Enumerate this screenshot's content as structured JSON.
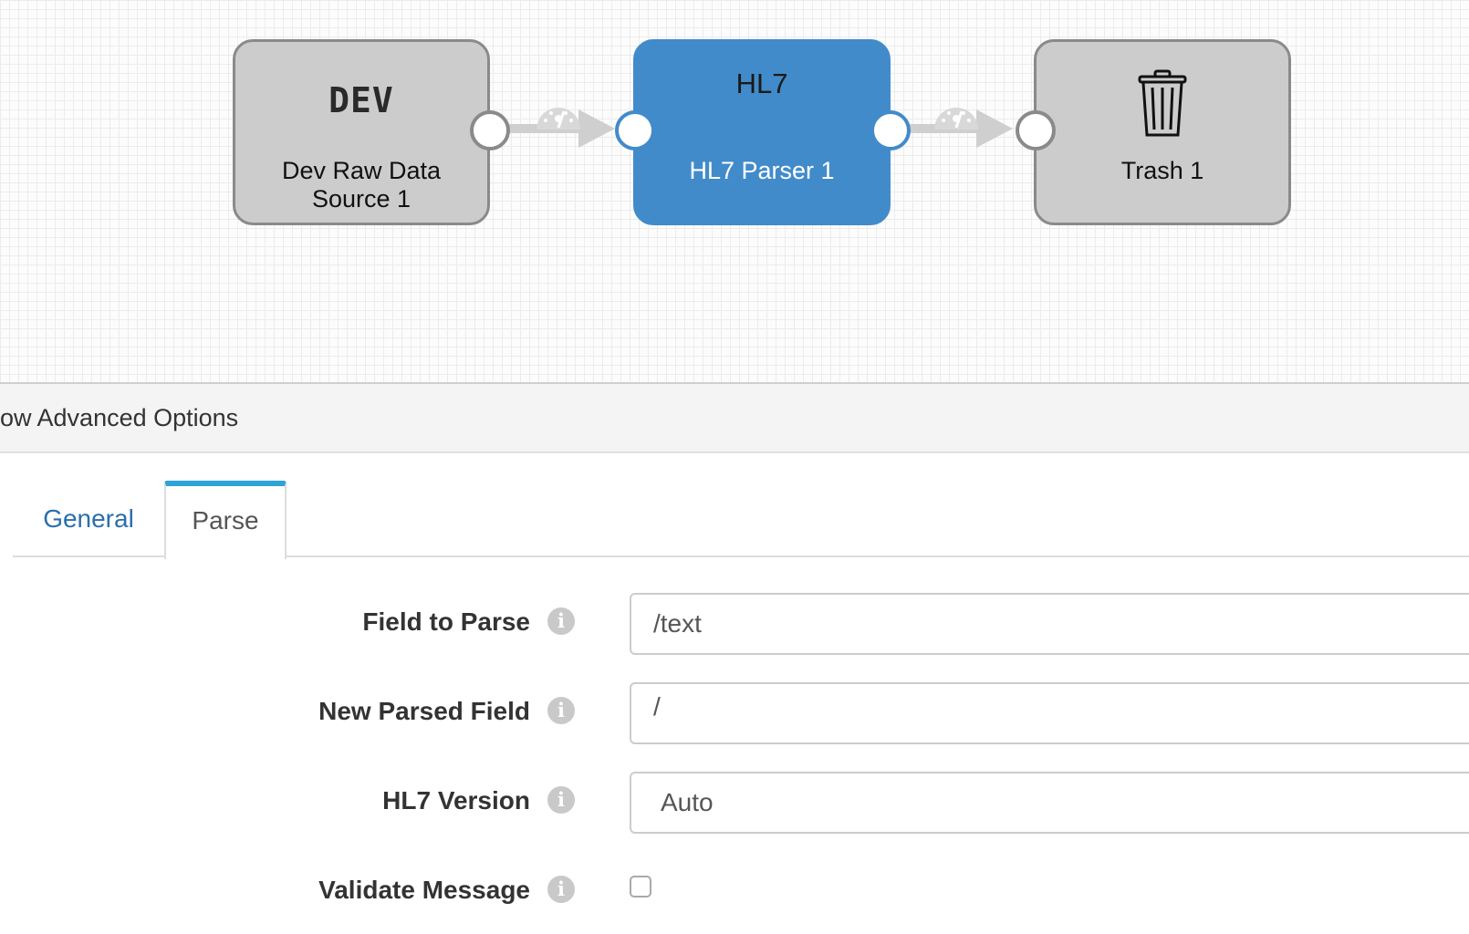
{
  "pipeline": {
    "stages": [
      {
        "icon_text": "DEV",
        "label_line1": "Dev Raw Data",
        "label_line2": "Source 1",
        "state": "normal"
      },
      {
        "icon_text": "HL7",
        "label_line1": "HL7 Parser 1",
        "state": "selected"
      },
      {
        "icon": "trash-icon",
        "label_line1": "Trash 1",
        "state": "normal"
      }
    ]
  },
  "advanced": {
    "label": "ow Advanced Options"
  },
  "tabs": [
    {
      "label": "General",
      "active": false
    },
    {
      "label": "Parse",
      "active": true
    }
  ],
  "form": {
    "field_to_parse": {
      "label": "Field to Parse",
      "value": "/text"
    },
    "new_parsed_field": {
      "label": "New Parsed Field",
      "value": "/"
    },
    "hl7_version": {
      "label": "HL7 Version",
      "value": "Auto"
    },
    "validate_message": {
      "label": "Validate Message",
      "checked": false
    }
  },
  "colors": {
    "selected_stage": "#428bca",
    "stage": "#cccccc",
    "tab_active_accent": "#2ea3d8",
    "tab_link": "#2a6fad"
  }
}
